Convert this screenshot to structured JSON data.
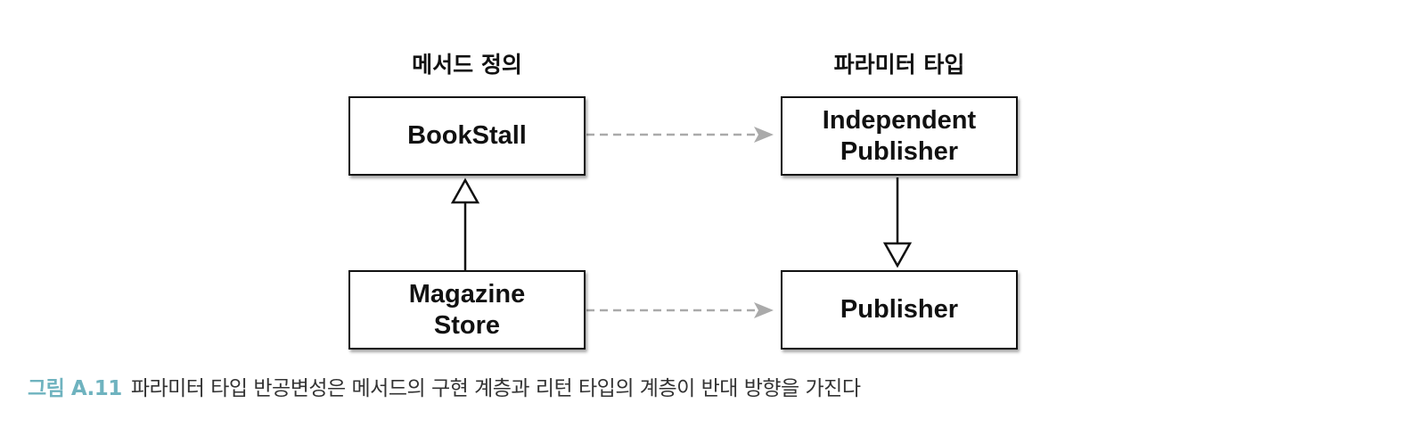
{
  "columns": {
    "left_heading": "메서드 정의",
    "right_heading": "파라미터 타입"
  },
  "boxes": {
    "bookstall": [
      "BookStall"
    ],
    "magazine_store": [
      "Magazine",
      "Store"
    ],
    "independent_publisher": [
      "Independent",
      "Publisher"
    ],
    "publisher": [
      "Publisher"
    ]
  },
  "caption": {
    "label": "그림 A.11",
    "text": "파라미터 타입 반공변성은 메서드의 구현 계층과 리턴 타입의 계층이 반대 방향을 가진다"
  },
  "colors": {
    "caption_label": "#6fb3bf",
    "dashed_arrow": "#aaaaaa",
    "box_border": "#111111"
  }
}
